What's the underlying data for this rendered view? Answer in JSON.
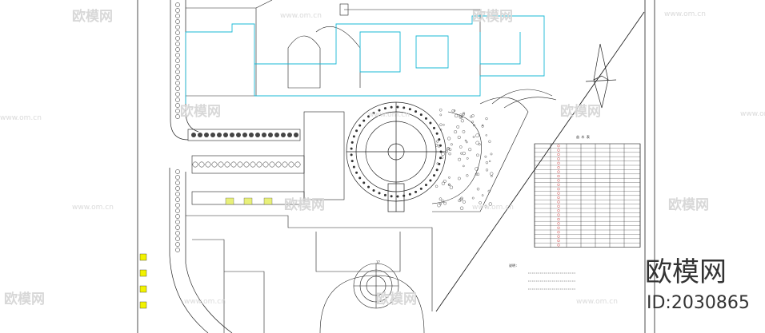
{
  "watermarks": {
    "site": "www.om.cn",
    "brand": "欧模网",
    "id_text": "ID:2030865"
  },
  "plan": {
    "legend_title": "苗 木 表",
    "notes_title": "说明:",
    "scale_mark": "17"
  },
  "colors": {
    "line": "#222222",
    "cyan": "#19b8d6",
    "yellow": "#e8e800",
    "red": "#d22020"
  }
}
